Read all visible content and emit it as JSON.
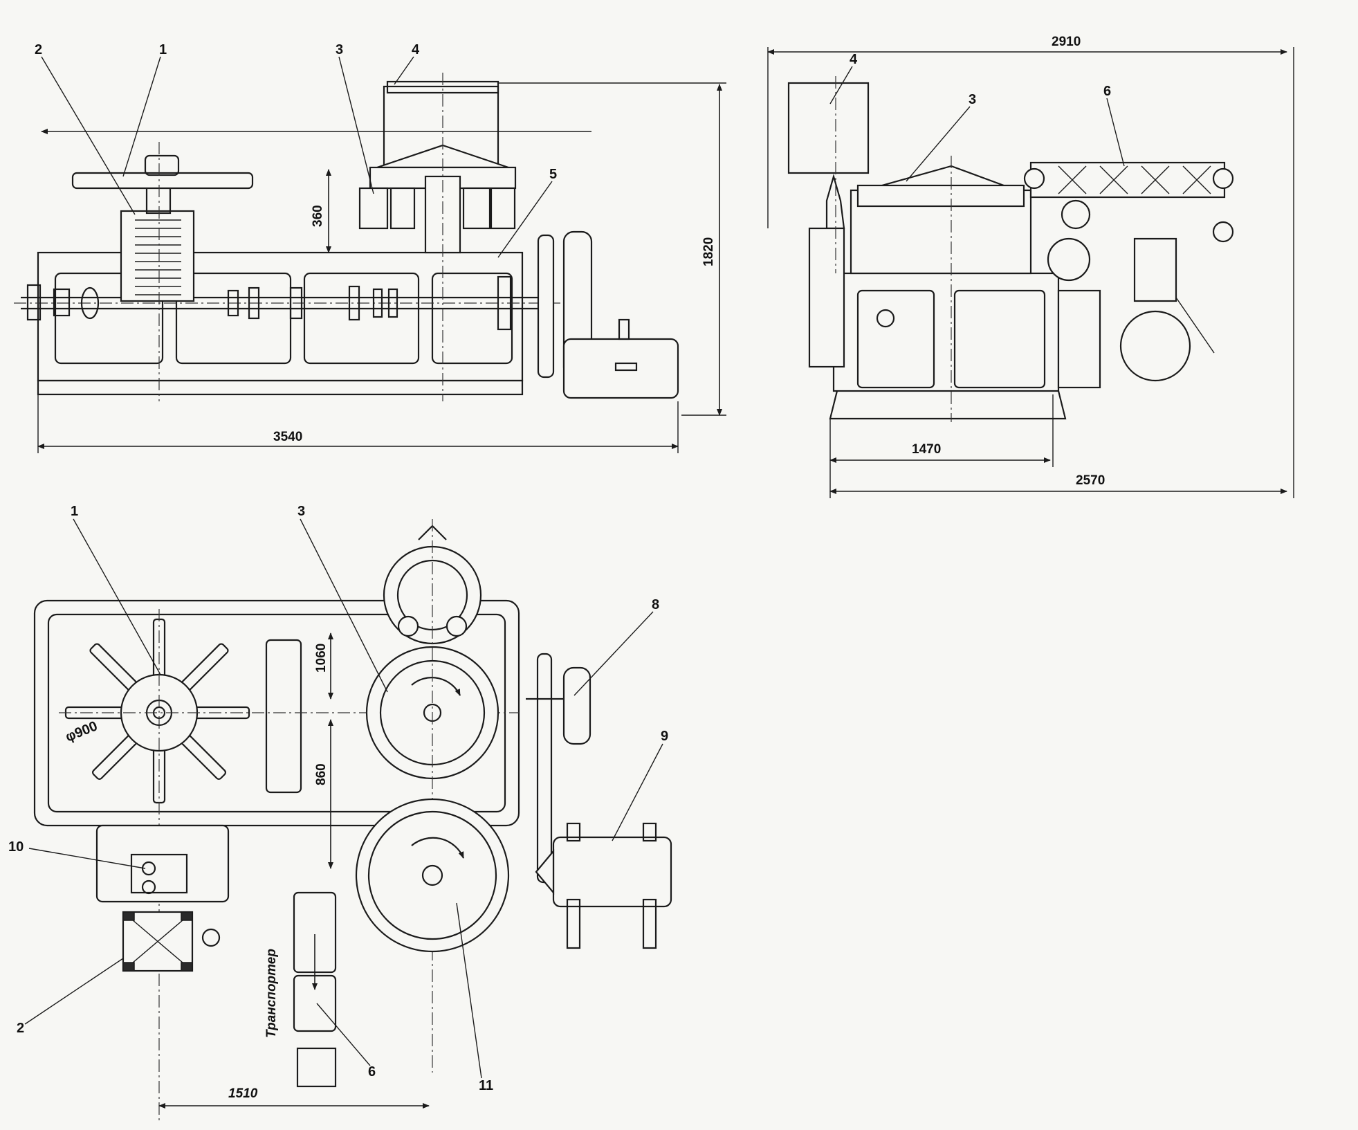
{
  "labels": {
    "side_view": [
      "2",
      "1",
      "3",
      "4",
      "5"
    ],
    "end_view": [
      "4",
      "3",
      "6"
    ],
    "plan_view": [
      "1",
      "3",
      "8",
      "9",
      "10",
      "2",
      "6",
      "11"
    ]
  },
  "dimensions": {
    "side_view": {
      "overall_length": "3540",
      "height": "1820",
      "offset": "360"
    },
    "end_view": {
      "overall_width": "2910",
      "base_width": "1470",
      "width_2": "2570"
    },
    "plan_view": {
      "upper": "1060",
      "lower": "860",
      "spacing": "1510",
      "diameter": "φ900"
    }
  },
  "plan_view_text": {
    "conveyor": "Транспортер"
  }
}
